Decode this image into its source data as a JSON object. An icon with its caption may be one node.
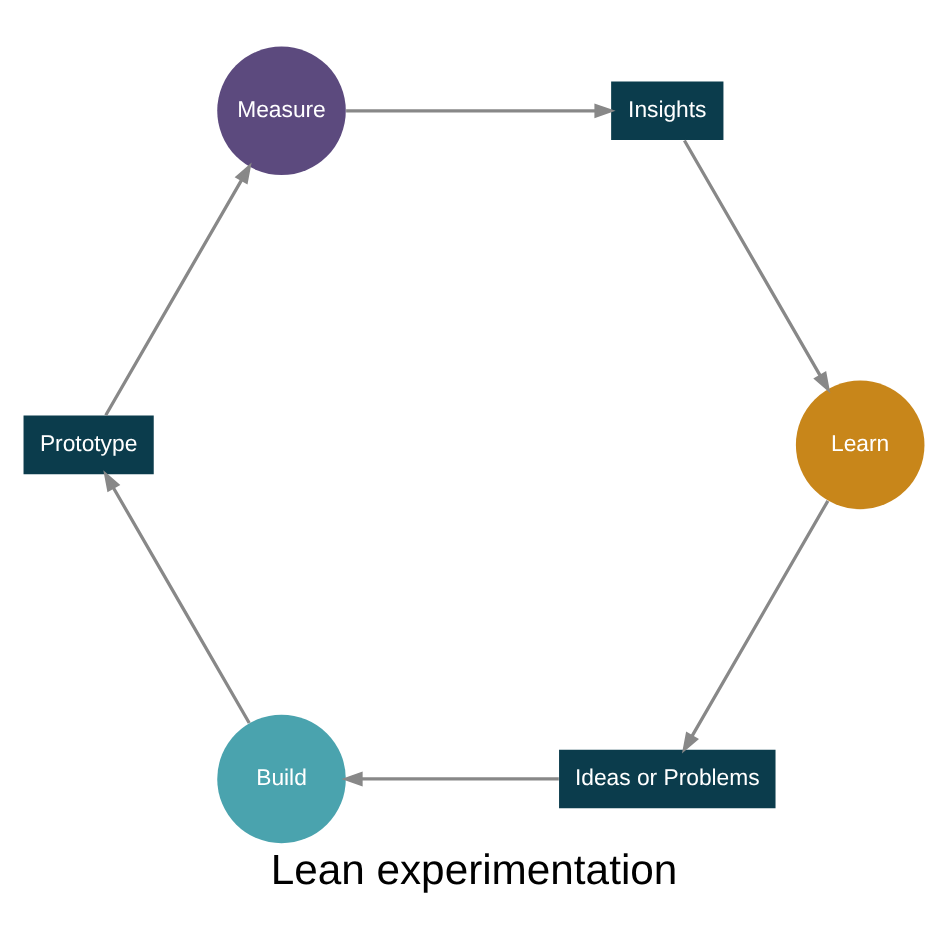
{
  "diagram": {
    "title": "Lean experimentation",
    "nodes": [
      {
        "text": [
          "Ideas or Problems"
        ]
      },
      {
        "text": [
          "Build"
        ]
      },
      {
        "text": [
          "Prototype"
        ]
      },
      {
        "text": [
          "Measure"
        ]
      },
      {
        "text": [
          "Insights"
        ]
      },
      {
        "text": [
          "Learn"
        ]
      }
    ],
    "edges": [
      {
        "from": 0,
        "to": 1,
        "arrow": "to"
      },
      {
        "from": 1,
        "to": 2,
        "arrow": "to"
      },
      {
        "from": 2,
        "to": 3,
        "arrow": "to"
      },
      {
        "from": 3,
        "to": 4,
        "arrow": "to"
      },
      {
        "from": 4,
        "to": 5,
        "arrow": "to"
      },
      {
        "from": 5,
        "to": 0,
        "arrow": "to"
      }
    ]
  }
}
